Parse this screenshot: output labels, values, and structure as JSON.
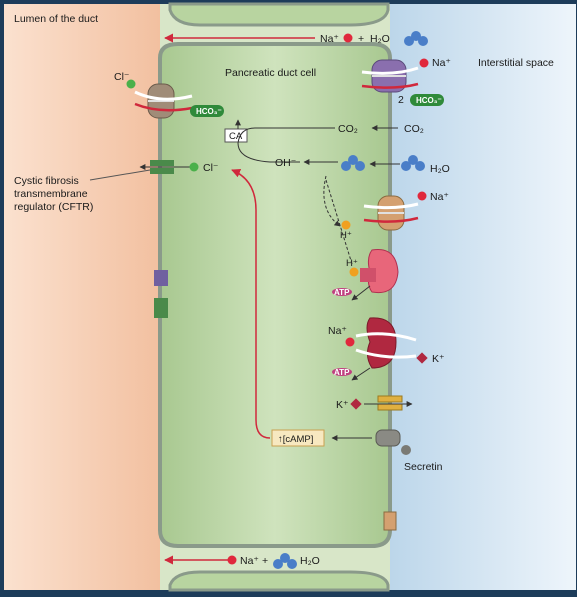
{
  "labels": {
    "lumen": "Lumen of the duct",
    "interstitial": "Interstitial space",
    "cell": "Pancreatic duct cell",
    "cftr": [
      "Cystic fibrosis",
      "transmembrane",
      "regulator (CFTR)"
    ],
    "secretin": "Secretin",
    "camp": "↑[cAMP]",
    "ca": "CA"
  },
  "ions": {
    "na": "Na⁺",
    "cl": "Cl⁻",
    "k": "K⁺",
    "h": "H⁺",
    "oh": "OH⁻",
    "hco3": "HCO₃⁻",
    "co2": "CO₂",
    "h2o": "H₂O",
    "plus": "+",
    "two": "2",
    "atp": "ATP"
  },
  "colors": {
    "lumen": "#f6cdb3",
    "interstitial": "#d8e8f4",
    "cell": "#b8d4a0",
    "arrow_red": "#d0283c",
    "ion_green": "#4ab04a",
    "ion_red": "#e0283c",
    "water_blue": "#4a7ec8",
    "hco3_green": "#2f8a3a"
  }
}
